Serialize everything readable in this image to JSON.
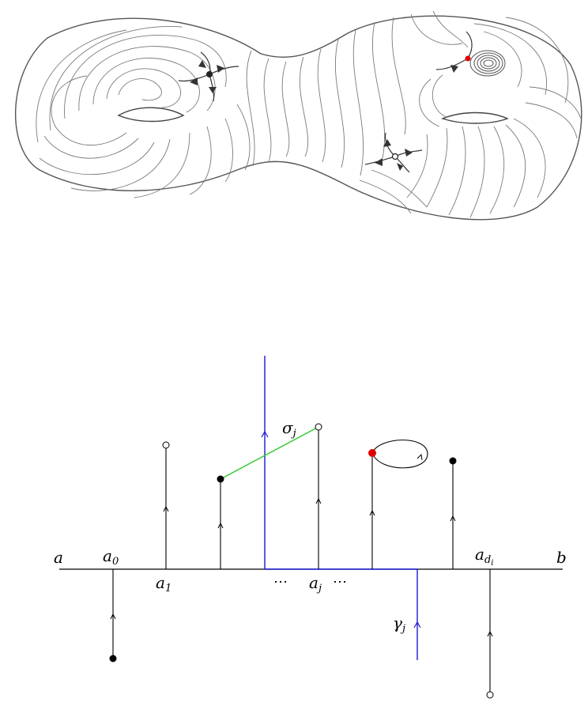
{
  "labels": {
    "a": "a",
    "b": "b",
    "a0_main": "a",
    "a0_sub": "0",
    "a1_main": "a",
    "a1_sub": "1",
    "aj_main": "a",
    "aj_sub": "j",
    "adi_main": "a",
    "adi_sub": "d",
    "adi_subsub": "i",
    "sigma_main": "σ",
    "sigma_sub": "j",
    "gamma_main": "γ",
    "gamma_sub": "j",
    "dots": "⋯"
  },
  "colors": {
    "ink": "#000000",
    "sketch": "#6e6e6e",
    "blue": "#1a1ad6",
    "green": "#2ecc2e",
    "red": "#e00000"
  }
}
